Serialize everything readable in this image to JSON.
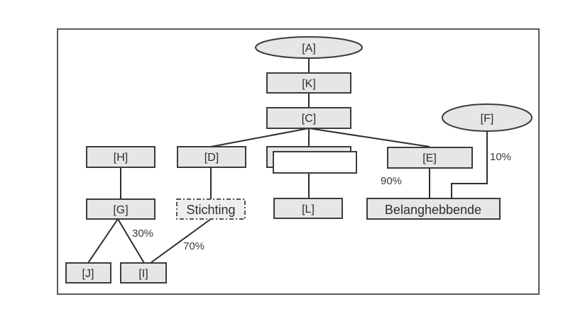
{
  "diagram": {
    "nodes": {
      "a": "[A]",
      "k": "[K]",
      "c": "[C]",
      "f": "[F]",
      "h": "[H]",
      "d": "[D]",
      "e": "[E]",
      "g": "[G]",
      "stichting": "Stichting",
      "l": "[L]",
      "belanghebbende": "Belanghebbende",
      "j": "[J]",
      "i": "[I]"
    },
    "percentages": {
      "f_to_belanghebbende": "10%",
      "e_to_belanghebbende": "90%",
      "g_to_i": "30%",
      "stichting_to_i": "70%"
    }
  }
}
